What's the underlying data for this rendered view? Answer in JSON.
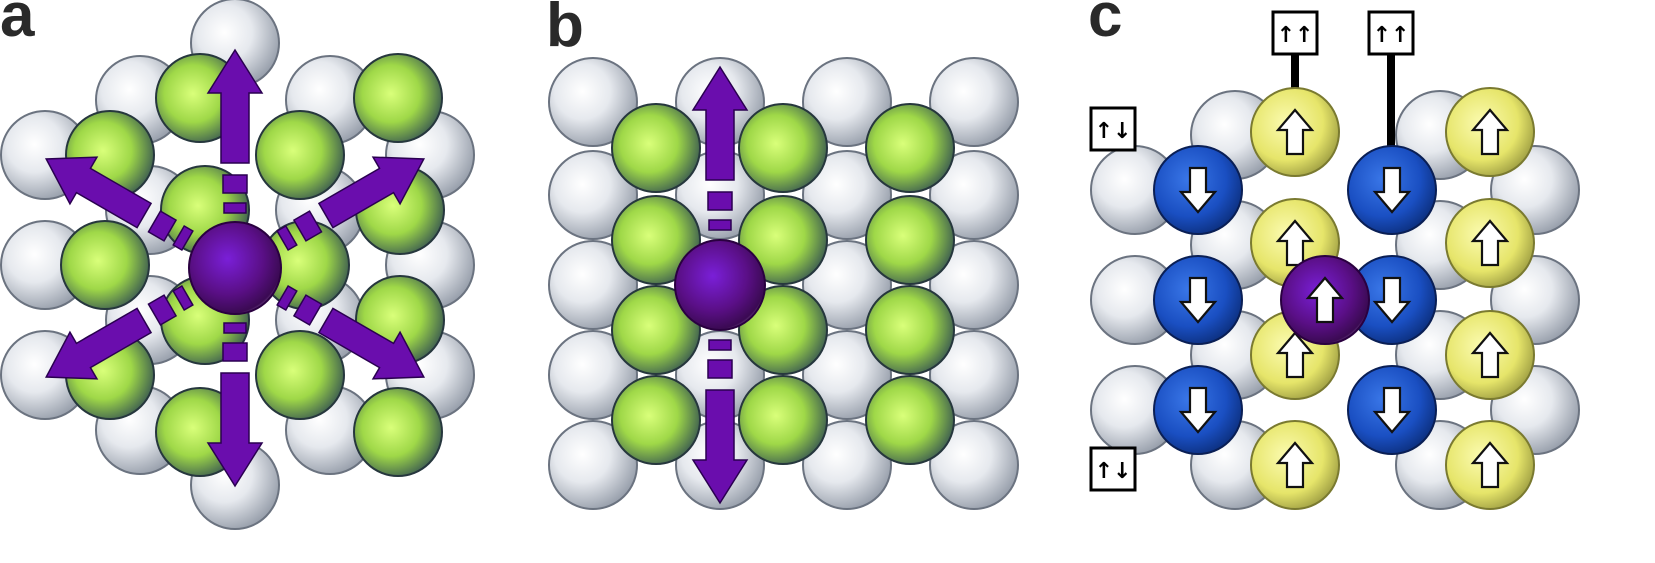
{
  "panels": [
    {
      "label": "a",
      "lattice": "hexagonal",
      "arrow_directions": 6
    },
    {
      "label": "b",
      "lattice": "square",
      "arrow_directions": 2
    },
    {
      "label": "c",
      "lattice": "square-antiferromagnetic",
      "arrow_directions": 0
    }
  ],
  "colors": {
    "substrate_atom": "#c9ced6",
    "first_layer_atom": "#b6e85a",
    "adatom": "#5a0f86",
    "arrow": "#6a0dad",
    "spin_down_atom": "#1a4fc2",
    "spin_up_atom": "#e6e56a",
    "tip_line": "#000000"
  },
  "spin_boxes": {
    "top_left": "↑↑",
    "top_right": "↑↑",
    "side_upper": "↑↓",
    "side_lower": "↑↓"
  },
  "icons": [
    "arrow-up-icon",
    "arrow-down-icon"
  ]
}
